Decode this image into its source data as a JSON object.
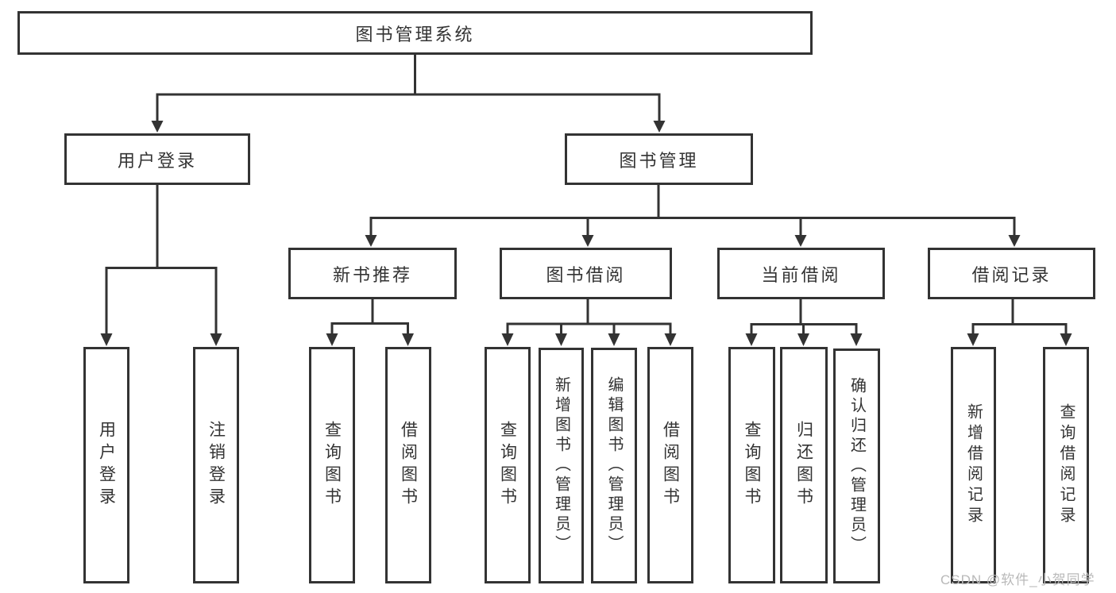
{
  "diagram": {
    "root": {
      "label": "图书管理系统"
    },
    "level2": [
      {
        "label": "用户登录"
      },
      {
        "label": "图书管理"
      }
    ],
    "level3": [
      {
        "label": "新书推荐"
      },
      {
        "label": "图书借阅"
      },
      {
        "label": "当前借阅"
      },
      {
        "label": "借阅记录"
      }
    ],
    "leaves": {
      "login": [
        "用户登录",
        "注销登录"
      ],
      "recommend": [
        "查询图书",
        "借阅图书"
      ],
      "borrow": [
        "查询图书",
        "新增图书（管理员）",
        "编辑图书（管理员）",
        "借阅图书"
      ],
      "current": [
        "查询图书",
        "归还图书",
        "确认归还（管理员）"
      ],
      "records": [
        "新增借阅记录",
        "查询借阅记录"
      ]
    }
  },
  "watermark": {
    "text": "CSDN @软件_小贺同学"
  },
  "colors": {
    "line": "#333333",
    "text": "#333333",
    "node_background": "#ffffff",
    "watermark": "#b9b9b9",
    "background": "#ffffff"
  }
}
